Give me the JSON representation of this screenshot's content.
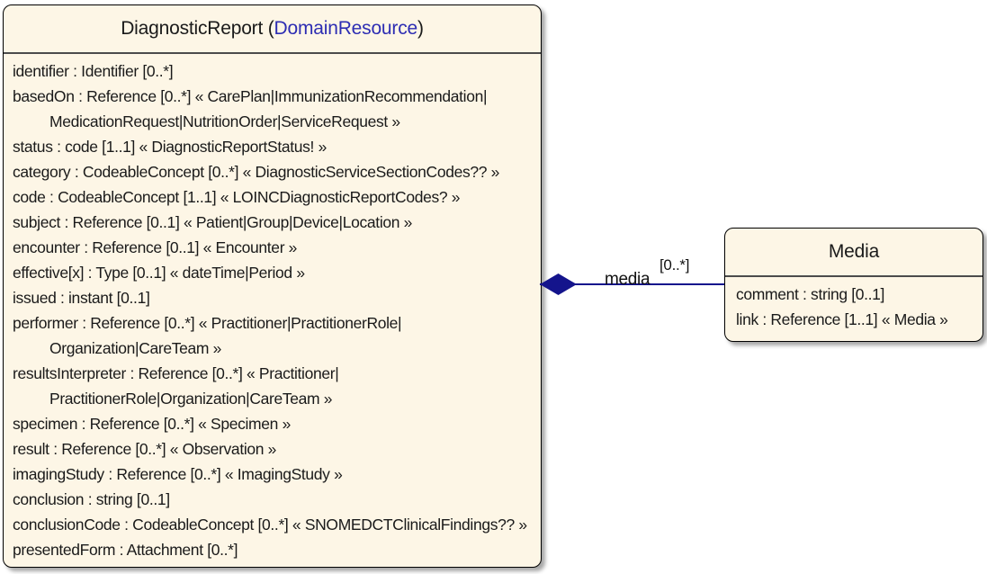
{
  "colors": {
    "box_fill": "#fdf6e6",
    "box_border": "#000000",
    "separator_gray": "#4b4b4b",
    "link_blue": "#2d2db3",
    "connector_navy": "#14148c",
    "text": "#1a1a1a",
    "canvas": "#ffffff"
  },
  "diagnostic_report": {
    "title_pre": "DiagnosticReport (",
    "title_link": "DomainResource",
    "title_post": ")",
    "attributes": [
      "identifier : Identifier [0..*]",
      "basedOn : Reference [0..*] « CarePlan|ImmunizationRecommendation|",
      "MedicationRequest|NutritionOrder|ServiceRequest »",
      "status : code [1..1] « DiagnosticReportStatus! »",
      "category : CodeableConcept [0..*] « DiagnosticServiceSectionCodes?? »",
      "code : CodeableConcept [1..1] « LOINCDiagnosticReportCodes? »",
      "subject : Reference [0..1] « Patient|Group|Device|Location »",
      "encounter : Reference [0..1] « Encounter »",
      "effective[x] : Type [0..1] « dateTime|Period »",
      "issued : instant [0..1]",
      "performer : Reference [0..*] « Practitioner|PractitionerRole|",
      "Organization|CareTeam »",
      "resultsInterpreter : Reference [0..*] « Practitioner|",
      "PractitionerRole|Organization|CareTeam »",
      "specimen : Reference [0..*] « Specimen »",
      "result : Reference [0..*] « Observation »",
      "imagingStudy : Reference [0..*] « ImagingStudy »",
      "conclusion : string [0..1]",
      "conclusionCode : CodeableConcept [0..*] « SNOMEDCTClinicalFindings?? »",
      "presentedForm : Attachment [0..*]"
    ]
  },
  "media_class": {
    "title": "Media",
    "attributes": [
      "comment : string [0..1]",
      "link : Reference [1..1] « Media »"
    ]
  },
  "association": {
    "label": "media",
    "multiplicity": "[0..*]",
    "type": "composition"
  }
}
